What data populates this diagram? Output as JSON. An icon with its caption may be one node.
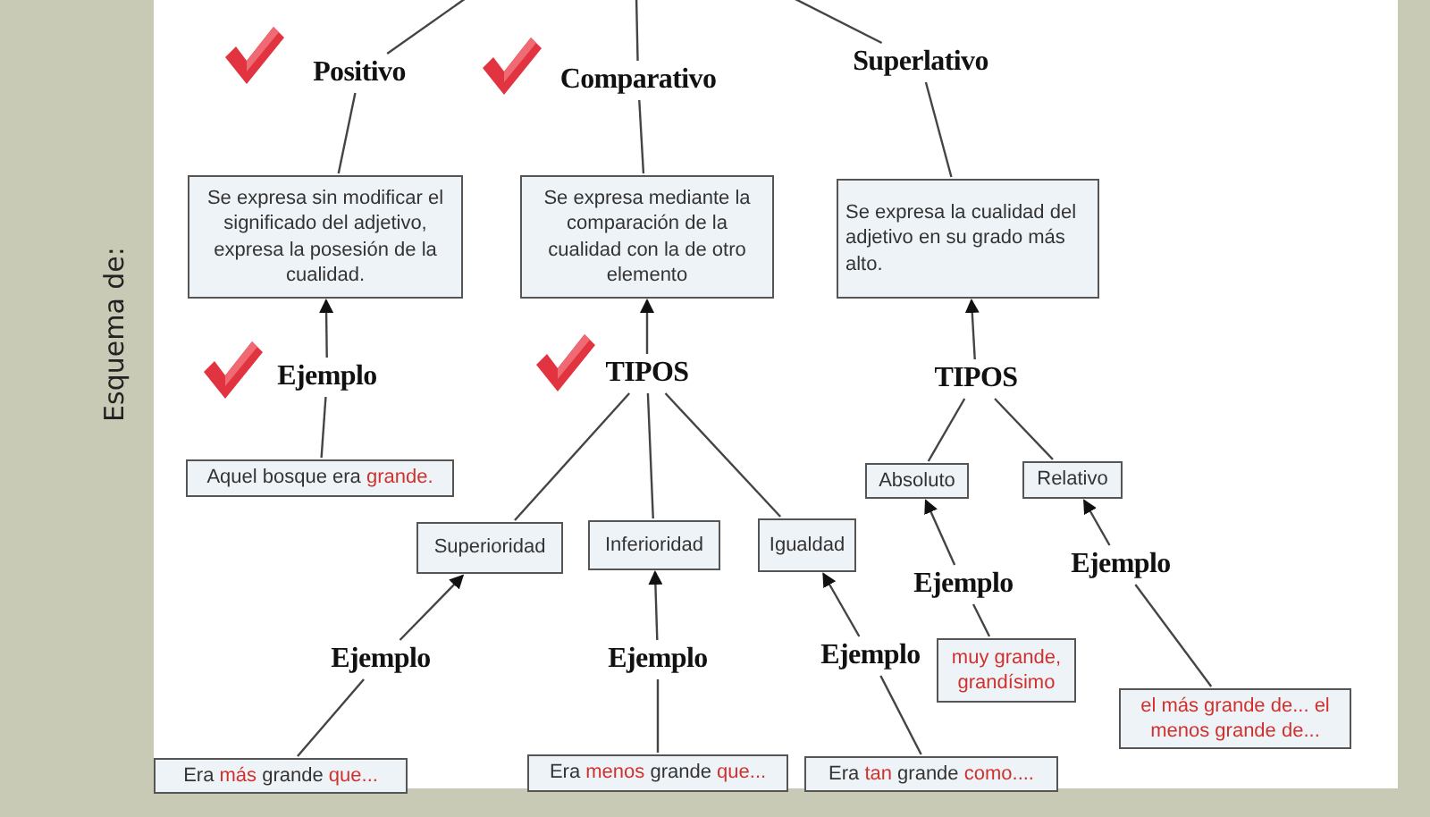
{
  "diagram": {
    "nodes": [
      {
        "text": [
          "Positivo"
        ]
      },
      {
        "text": [
          "Comparativo"
        ]
      },
      {
        "text": [
          "Superlativo"
        ]
      },
      {
        "text": [
          "Se expresa sin modificar el significado del adjetivo, expresa la posesión de la cualidad."
        ]
      },
      {
        "text": [
          "Se expresa mediante la comparación de la cualidad con la de otro elemento"
        ]
      },
      {
        "text": [
          "Se expresa la cualidad del adjetivo en su grado más alto."
        ]
      },
      {
        "text": [
          "Ejemplo"
        ]
      },
      {
        "text": [
          "TIPOS"
        ]
      },
      {
        "text": [
          "TIPOS"
        ]
      },
      {
        "text": [
          "Aquel bosque era **grande.**"
        ]
      },
      {
        "text": [
          "Superioridad"
        ]
      },
      {
        "text": [
          "Inferioridad"
        ]
      },
      {
        "text": [
          "Igualdad"
        ]
      },
      {
        "text": [
          "Absoluto"
        ]
      },
      {
        "text": [
          "Relativo"
        ]
      },
      {
        "text": [
          "Ejemplo"
        ]
      },
      {
        "text": [
          "Ejemplo"
        ]
      },
      {
        "text": [
          "Ejemplo"
        ]
      },
      {
        "text": [
          "Ejemplo"
        ]
      },
      {
        "text": [
          "Ejemplo"
        ]
      },
      {
        "text": [
          "Era **más** grande **que...**"
        ]
      },
      {
        "text": [
          "Era **menos** grande **que...**"
        ]
      },
      {
        "text": [
          "Era **tan** grande **como....**"
        ]
      },
      {
        "text": [
          "muy grande, grandísimo"
        ]
      },
      {
        "text": [
          "el más grande de... el menos grande de..."
        ]
      }
    ],
    "edges": [
      {
        "from": null,
        "to": 0,
        "arrow": "none"
      },
      {
        "from": null,
        "to": 1,
        "arrow": "none"
      },
      {
        "from": null,
        "to": 2,
        "arrow": "none"
      },
      {
        "from": 0,
        "to": 3,
        "arrow": "none"
      },
      {
        "from": 1,
        "to": 4,
        "arrow": "none"
      },
      {
        "from": 2,
        "to": 5,
        "arrow": "none"
      },
      {
        "from": 6,
        "to": 3,
        "arrow": "to"
      },
      {
        "from": 6,
        "to": 9,
        "arrow": "none"
      },
      {
        "from": 7,
        "to": 4,
        "arrow": "to"
      },
      {
        "from": 7,
        "to": 10,
        "arrow": "none"
      },
      {
        "from": 7,
        "to": 11,
        "arrow": "none"
      },
      {
        "from": 7,
        "to": 12,
        "arrow": "none"
      },
      {
        "from": 8,
        "to": 5,
        "arrow": "to"
      },
      {
        "from": 8,
        "to": 13,
        "arrow": "none"
      },
      {
        "from": 8,
        "to": 14,
        "arrow": "none"
      },
      {
        "from": 15,
        "to": 10,
        "arrow": "to"
      },
      {
        "from": 15,
        "to": 20,
        "arrow": "none"
      },
      {
        "from": 16,
        "to": 11,
        "arrow": "to"
      },
      {
        "from": 16,
        "to": 21,
        "arrow": "none"
      },
      {
        "from": 17,
        "to": 12,
        "arrow": "to"
      },
      {
        "from": 17,
        "to": 22,
        "arrow": "none"
      },
      {
        "from": 18,
        "to": 13,
        "arrow": "to"
      },
      {
        "from": 18,
        "to": 23,
        "arrow": "none"
      },
      {
        "from": 19,
        "to": 14,
        "arrow": "to"
      },
      {
        "from": 19,
        "to": 24,
        "arrow": "none"
      }
    ],
    "labels": [
      "Esquema de:"
    ]
  }
}
